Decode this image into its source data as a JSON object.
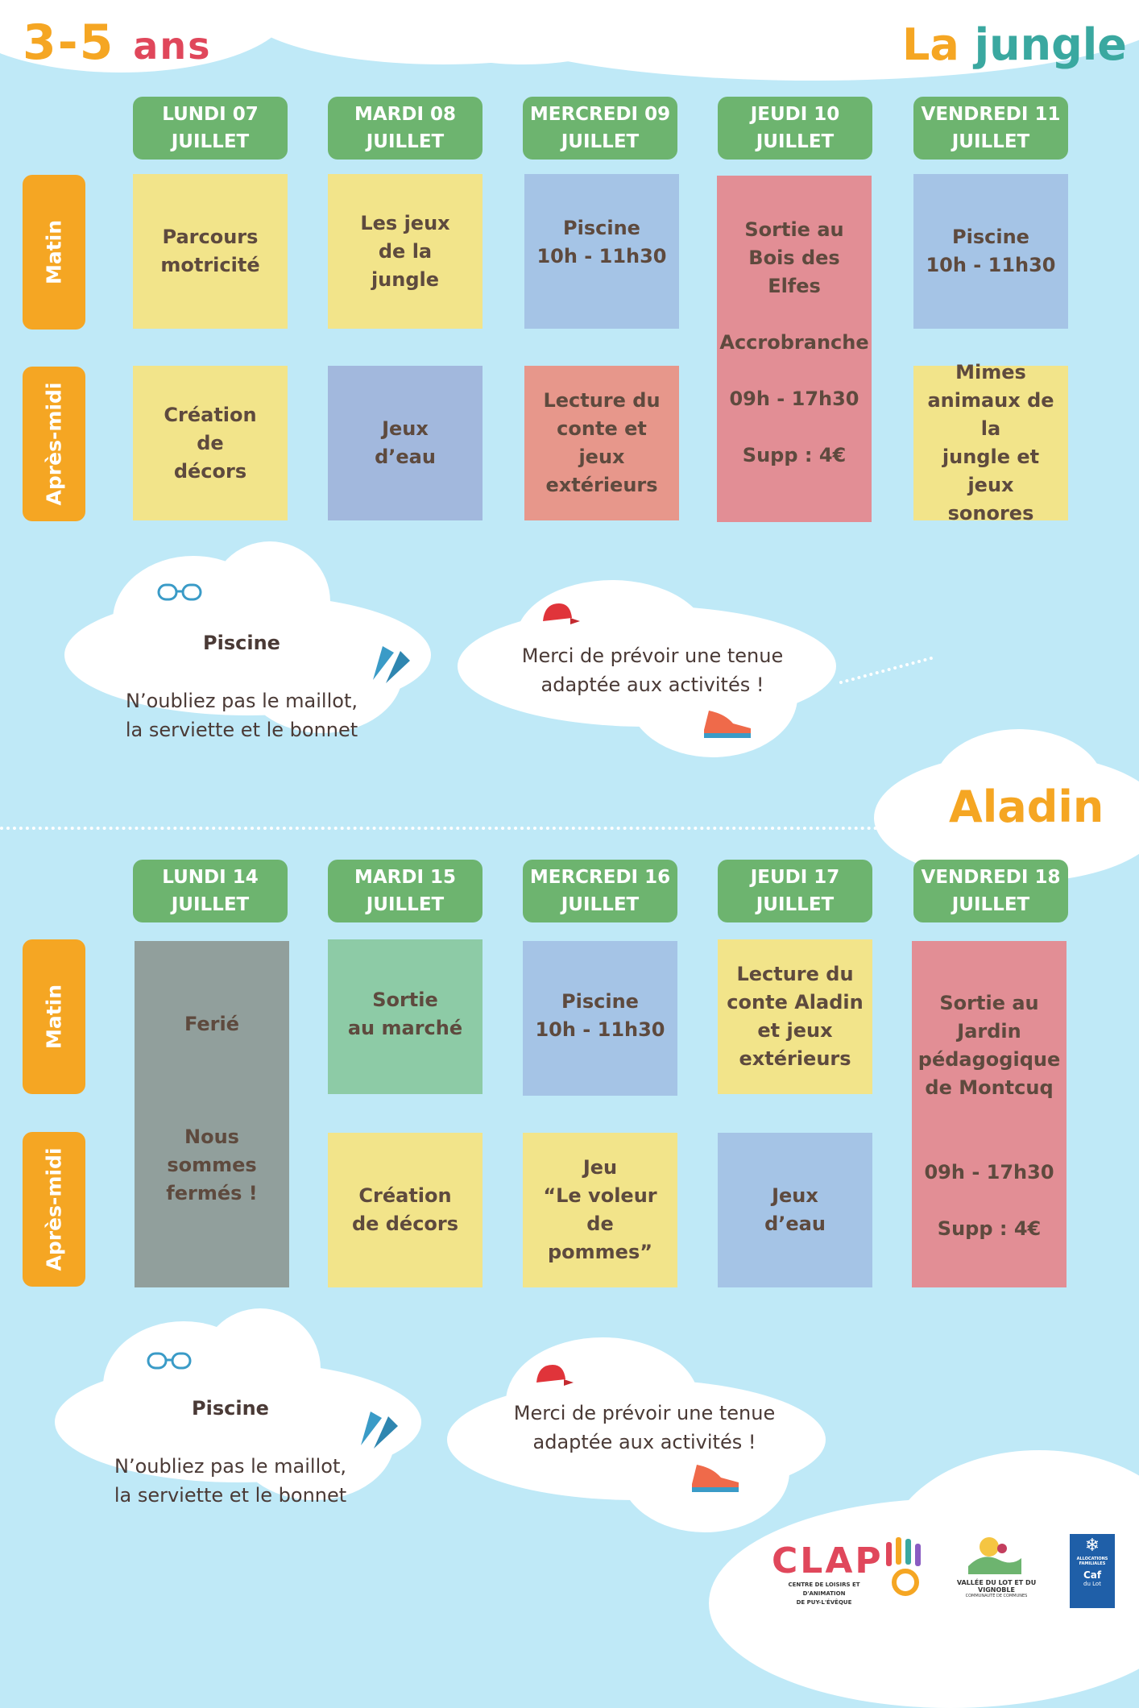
{
  "header": {
    "age_digits": "3-5",
    "age_word": "ans",
    "theme1_word1": "La",
    "theme1_word2": "jungle",
    "theme2": "Aladin"
  },
  "labels": {
    "morning": "Matin",
    "afternoon": "Après-midi"
  },
  "week1": {
    "days": [
      {
        "name": "LUNDI 07",
        "month": "JUILLET"
      },
      {
        "name": "MARDI 08",
        "month": "JUILLET"
      },
      {
        "name": "MERCREDI 09",
        "month": "JUILLET"
      },
      {
        "name": "JEUDI 10",
        "month": "JUILLET"
      },
      {
        "name": "VENDREDI 11",
        "month": "JUILLET"
      }
    ],
    "activities": {
      "mon_am": "Parcours\nmotricité",
      "tue_am": "Les jeux\nde la\njungle",
      "wed_am": "Piscine\n10h - 11h30",
      "thu_all": "Sortie au\nBois des Elfes\n\nAccrobranche\n\n09h - 17h30\n\nSupp : 4€",
      "fri_am": "Piscine\n10h - 11h30",
      "mon_pm": "Création\nde\ndécors",
      "tue_pm": "Jeux\nd’eau",
      "wed_pm": "Lecture du\nconte et jeux\nextérieurs",
      "fri_pm": "Mimes\nanimaux de la\njungle et jeux\nsonores"
    }
  },
  "week2": {
    "days": [
      {
        "name": "LUNDI 14",
        "month": "JUILLET"
      },
      {
        "name": "MARDI 15",
        "month": "JUILLET"
      },
      {
        "name": "MERCREDI 16",
        "month": "JUILLET"
      },
      {
        "name": "JEUDI 17",
        "month": "JUILLET"
      },
      {
        "name": "VENDREDI 18",
        "month": "JUILLET"
      }
    ],
    "activities": {
      "mon_all": "Ferié\n\n\n\nNous sommes\nfermés !",
      "tue_am": "Sortie\nau marché",
      "wed_am": "Piscine\n10h - 11h30",
      "thu_am": "Lecture du\nconte Aladin\net jeux\nextérieurs",
      "fri_all": "Sortie au\nJardin\npédagogique\nde Montcuq\n\n\n09h - 17h30\n\nSupp : 4€",
      "tue_pm": "Création\nde décors",
      "wed_pm": "Jeu\n“Le voleur de\npommes”",
      "thu_pm": "Jeux\nd’eau"
    }
  },
  "notes": {
    "pool_title": "Piscine",
    "pool_text": "N’oubliez pas le maillot,\nla serviette et le bonnet",
    "outfit_text": "Merci de prévoir une tenue\nadaptée aux activités !"
  },
  "logos": {
    "clap": "CLAP",
    "clap_sub1": "CENTRE DE LOISIRS ET D'ANIMATION",
    "clap_sub2": "DE PUY-L'ÉVÊQUE",
    "vallee": "VALLÉE DU LOT ET DU VIGNOBLE",
    "vallee_sub": "COMMUNAUTÉ DE COMMUNES",
    "caf_line1": "ALLOCATIONS",
    "caf_line2": "FAMILIALES",
    "caf_name": "Caf",
    "caf_sub": "du Lot"
  },
  "colors": {
    "sky": "#bfe9f7",
    "day_header": "#6db46f",
    "side_label": "#f5a623",
    "yellow": "#f2e48a",
    "blue": "#a5c4e6",
    "pink": "#e28e95",
    "grey": "#919f9c",
    "green": "#8dcba6"
  }
}
